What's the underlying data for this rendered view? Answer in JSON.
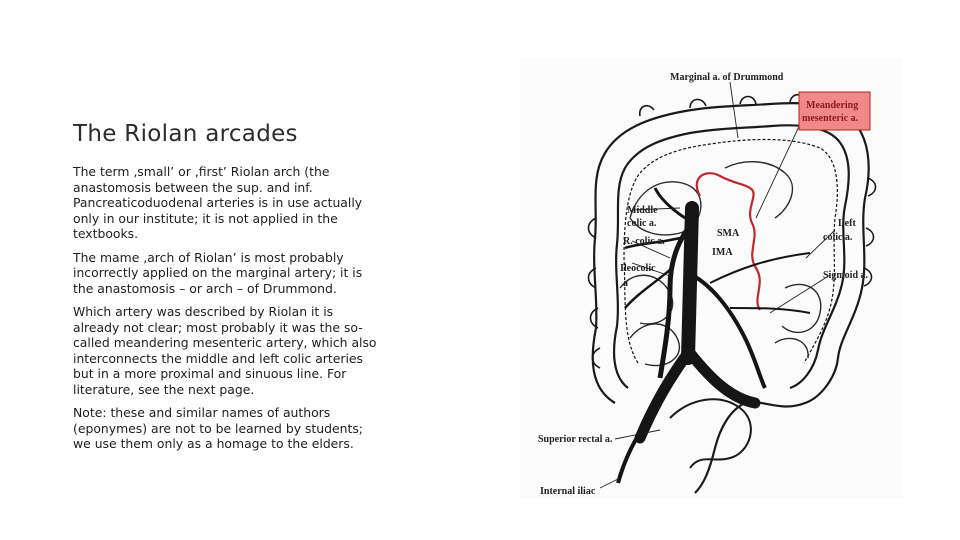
{
  "slide": {
    "title": "The Riolan arcades",
    "paragraphs": [
      "The term ‚small’ or ‚first’ Riolan arch (the anastomosis between the sup. and inf. Pancreaticoduodenal arteries is in use actually only in our institute; it is not applied in the textbooks.",
      "The  mame ‚arch of Riolan’ is most probably incorrectly applied on the marginal artery; it is the anastomosis – or arch – of Drummond.",
      "Which artery was described by Riolan it is already not clear; most probably it was the so-called meandering mesenteric artery, which also interconnects the middle and left colic arteries but in a more proximal and sinuous line. For literature, see the next page.",
      "Note: these and similar names of authors (eponymes) are not to be learned by students; we use them only as a homage to the elders."
    ]
  },
  "figure": {
    "labels": {
      "marginal": "Marginal a. of Drummond",
      "meandering_1": "Meandering",
      "meandering_2": "mesenteric a.",
      "middle_colic_1": "Middle",
      "middle_colic_2": "colic a.",
      "r_colic": "R. colic a.",
      "ileocolic_1": "Ileocolic",
      "ileocolic_2": "a",
      "sma": "SMA",
      "ima": "IMA",
      "left_colic_1": "Left",
      "left_colic_2": "colic a.",
      "sigmoid": "Sigmoid a.",
      "superior_rectal": "Superior rectal a.",
      "internal_iliac": "Internal iliac"
    },
    "colors": {
      "meandering_artery": "#c0282d",
      "callout_box_fill": "#f08a8a",
      "callout_box_border": "#b22222"
    }
  }
}
